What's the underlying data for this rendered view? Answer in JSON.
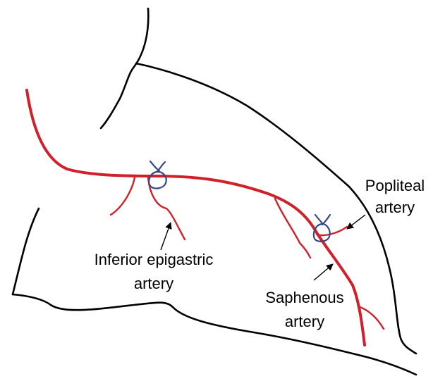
{
  "labels": {
    "popliteal": [
      "Popliteal",
      "artery"
    ],
    "inferior_epigastric": [
      "Inferior epigastric",
      "artery"
    ],
    "saphenous": [
      "Saphenous",
      "artery"
    ]
  },
  "colors": {
    "outline": "#000000",
    "artery": "#d0202a",
    "ligature": "#34488a",
    "background": "#ffffff"
  }
}
